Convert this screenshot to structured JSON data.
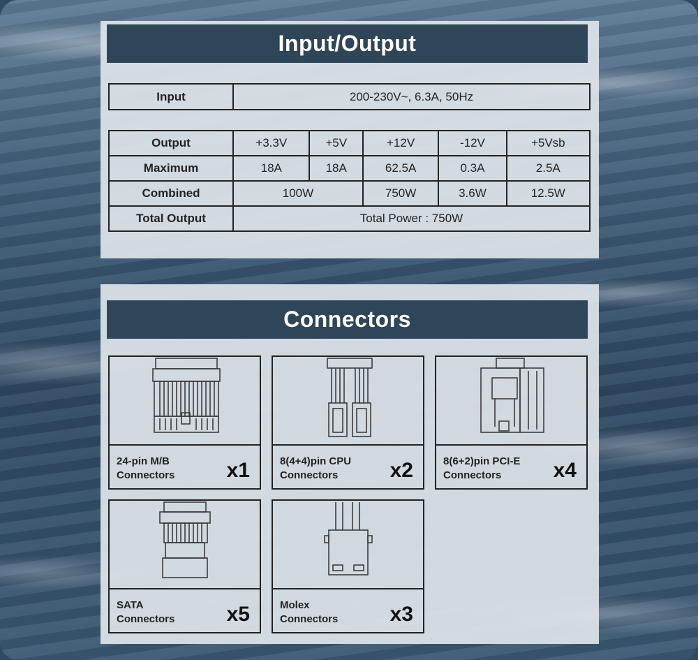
{
  "io": {
    "title": "Input/Output",
    "input": {
      "header": "Input",
      "value": "200-230V~, 6.3A, 50Hz"
    },
    "output": {
      "rows": [
        {
          "header": "Output",
          "cells": [
            "+3.3V",
            "+5V",
            "+12V",
            "-12V",
            "+5Vsb"
          ]
        },
        {
          "header": "Maximum",
          "cells": [
            "18A",
            "18A",
            "62.5A",
            "0.3A",
            "2.5A"
          ]
        },
        {
          "header": "Combined",
          "combined": "100W",
          "cells": [
            "750W",
            "3.6W",
            "12.5W"
          ]
        },
        {
          "header": "Total Output",
          "total": "Total Power : 750W"
        }
      ]
    }
  },
  "connectors": {
    "title": "Connectors",
    "items": [
      {
        "line1": "24-pin M/B",
        "line2": "Connectors",
        "count": "x1",
        "icon": "atx-24pin-connector-icon"
      },
      {
        "line1": "8(4+4)pin CPU",
        "line2": "Connectors",
        "count": "x2",
        "icon": "cpu-8pin-connector-icon"
      },
      {
        "line1": "8(6+2)pin PCI-E",
        "line2": "Connectors",
        "count": "x4",
        "icon": "pcie-8pin-connector-icon"
      },
      {
        "line1": "SATA",
        "line2": "Connectors",
        "count": "x5",
        "icon": "sata-connector-icon"
      },
      {
        "line1": "Molex",
        "line2": "Connectors",
        "count": "x3",
        "icon": "molex-connector-icon"
      }
    ]
  }
}
